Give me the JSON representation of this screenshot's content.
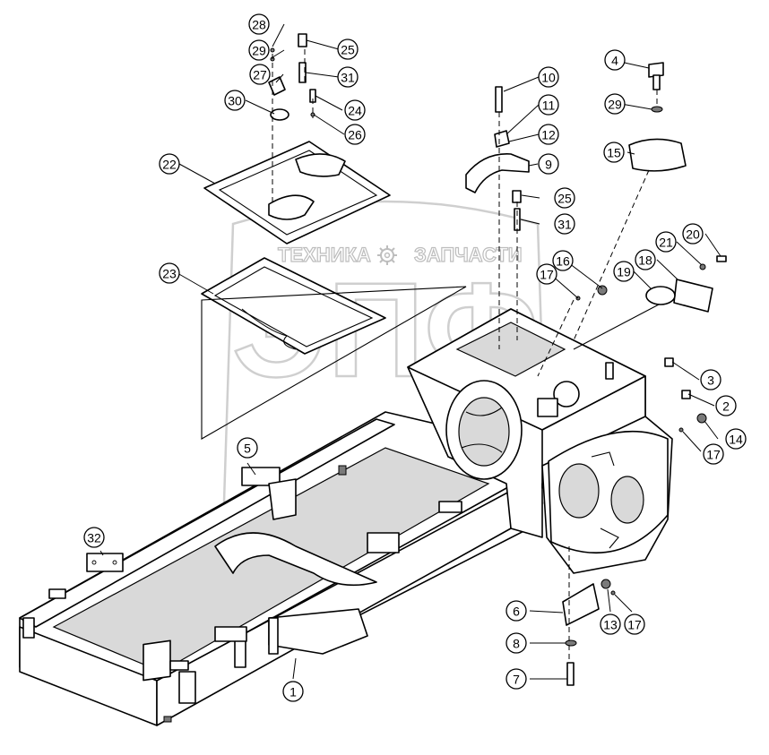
{
  "watermark": {
    "left_word": "ТЕХНИКА",
    "right_word": "ЗАПЧАСТИ",
    "logo_letters": "ЭПФ",
    "icon": "gear-icon"
  },
  "callouts": [
    {
      "id": "c1",
      "label": "1"
    },
    {
      "id": "c2",
      "label": "2"
    },
    {
      "id": "c3",
      "label": "3"
    },
    {
      "id": "c4",
      "label": "4"
    },
    {
      "id": "c5",
      "label": "5"
    },
    {
      "id": "c6",
      "label": "6"
    },
    {
      "id": "c7",
      "label": "7"
    },
    {
      "id": "c8",
      "label": "8"
    },
    {
      "id": "c9",
      "label": "9"
    },
    {
      "id": "c10",
      "label": "10"
    },
    {
      "id": "c11",
      "label": "11"
    },
    {
      "id": "c12",
      "label": "12"
    },
    {
      "id": "c13",
      "label": "13"
    },
    {
      "id": "c14",
      "label": "14"
    },
    {
      "id": "c15",
      "label": "15"
    },
    {
      "id": "c16",
      "label": "16"
    },
    {
      "id": "c17a",
      "label": "17"
    },
    {
      "id": "c17b",
      "label": "17"
    },
    {
      "id": "c17c",
      "label": "17"
    },
    {
      "id": "c18",
      "label": "18"
    },
    {
      "id": "c19",
      "label": "19"
    },
    {
      "id": "c20",
      "label": "20"
    },
    {
      "id": "c21",
      "label": "21"
    },
    {
      "id": "c22",
      "label": "22"
    },
    {
      "id": "c23",
      "label": "23"
    },
    {
      "id": "c24",
      "label": "24"
    },
    {
      "id": "c25a",
      "label": "25"
    },
    {
      "id": "c25b",
      "label": "25"
    },
    {
      "id": "c26",
      "label": "26"
    },
    {
      "id": "c27",
      "label": "27"
    },
    {
      "id": "c28",
      "label": "28"
    },
    {
      "id": "c29a",
      "label": "29"
    },
    {
      "id": "c29b",
      "label": "29"
    },
    {
      "id": "c30",
      "label": "30"
    },
    {
      "id": "c31a",
      "label": "31"
    },
    {
      "id": "c31b",
      "label": "31"
    },
    {
      "id": "c32",
      "label": "32"
    }
  ]
}
